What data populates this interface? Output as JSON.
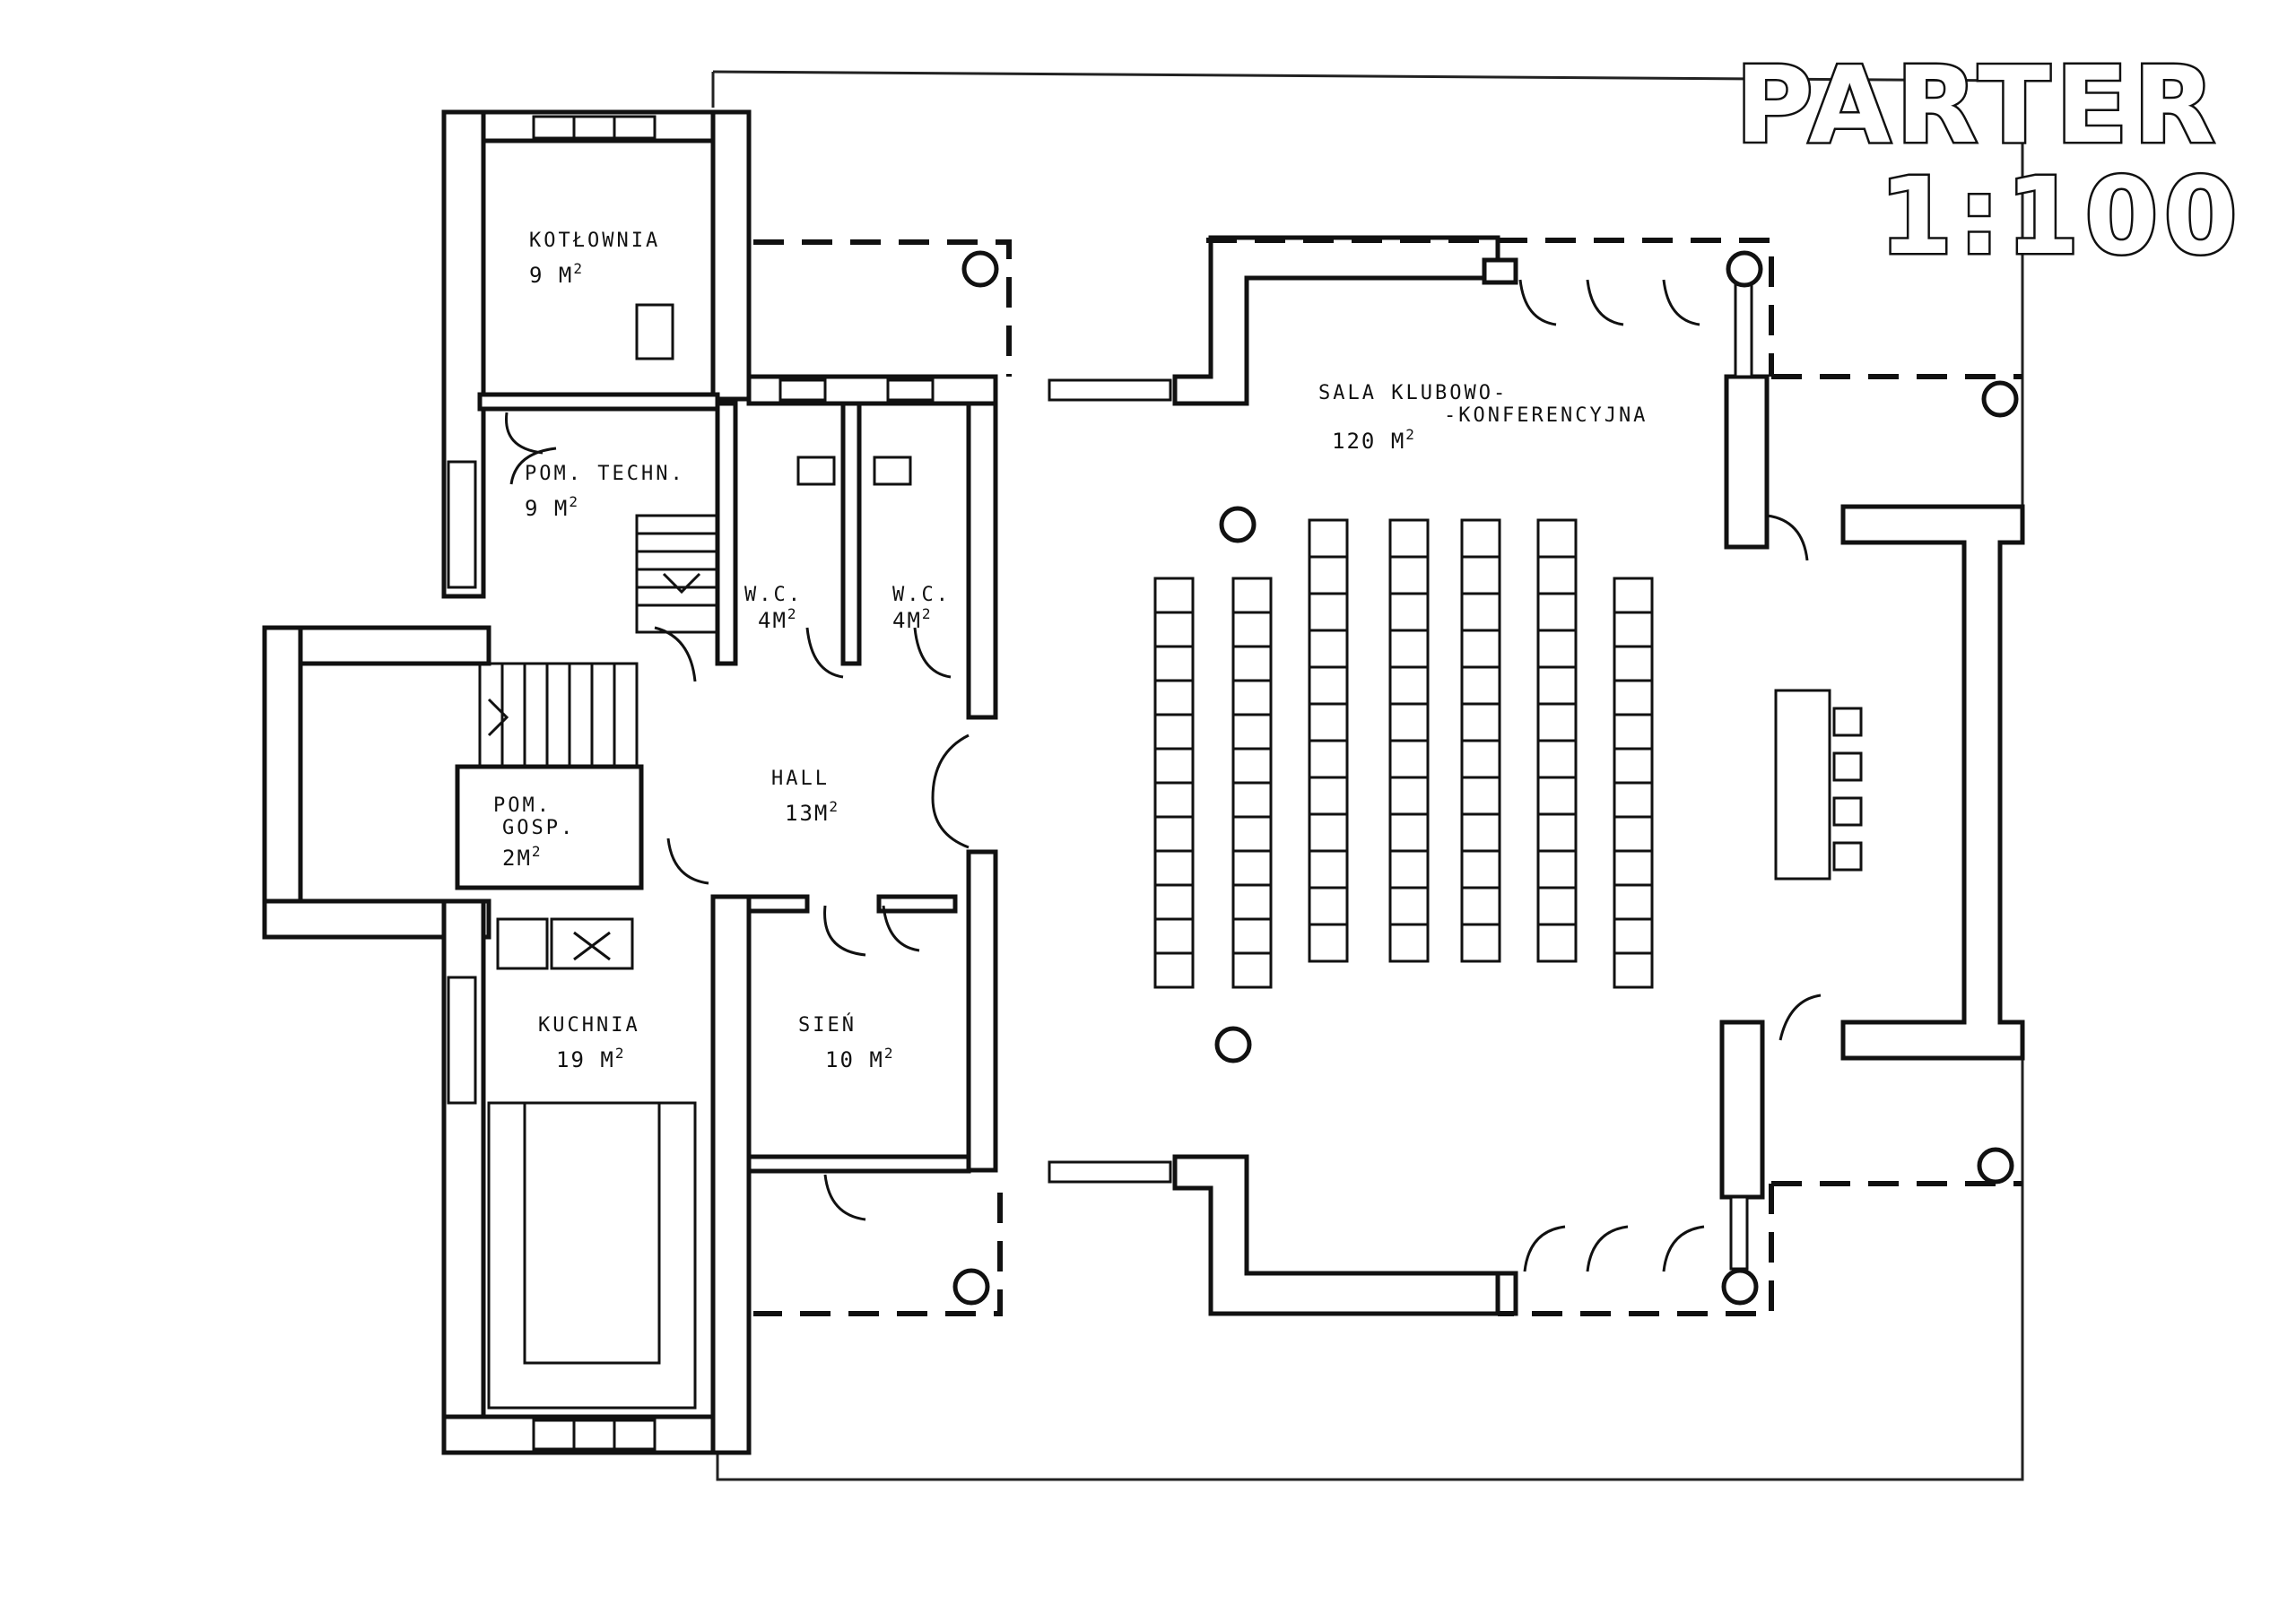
{
  "title": {
    "line1": "PARTER",
    "line2": "1:100"
  },
  "rooms": [
    {
      "id": "kotlownia",
      "name": "KOTŁOWNIA",
      "area_value": "9",
      "area_unit": "M",
      "area_exp": "2"
    },
    {
      "id": "pom_techn",
      "name": "POM. TECHN.",
      "area_value": "9",
      "area_unit": "M",
      "area_exp": "2"
    },
    {
      "id": "wc_left",
      "name": "W.C.",
      "area_value": "4",
      "area_unit": "M",
      "area_exp": "2"
    },
    {
      "id": "wc_right",
      "name": "W.C.",
      "area_value": "4",
      "area_unit": "M",
      "area_exp": "2"
    },
    {
      "id": "hall",
      "name": "HALL",
      "area_value": "13",
      "area_unit": "M",
      "area_exp": "2"
    },
    {
      "id": "pom_gosp",
      "name_line1": "POM.",
      "name_line2": "GOSP.",
      "area_value": "2",
      "area_unit": "M",
      "area_exp": "2"
    },
    {
      "id": "kuchnia",
      "name": "KUCHNIA",
      "area_value": "19",
      "area_unit": "M",
      "area_exp": "2"
    },
    {
      "id": "sien",
      "name": "SIEŃ",
      "area_value": "10",
      "area_unit": "M",
      "area_exp": "2"
    },
    {
      "id": "sala",
      "name_line1": "SALA KLUBOWO-",
      "name_line2": "-KONFERENCYJNA",
      "area_value": "120",
      "area_unit": "M",
      "area_exp": "2"
    }
  ],
  "seating": {
    "rows_per_column": 12,
    "columns": 7
  }
}
